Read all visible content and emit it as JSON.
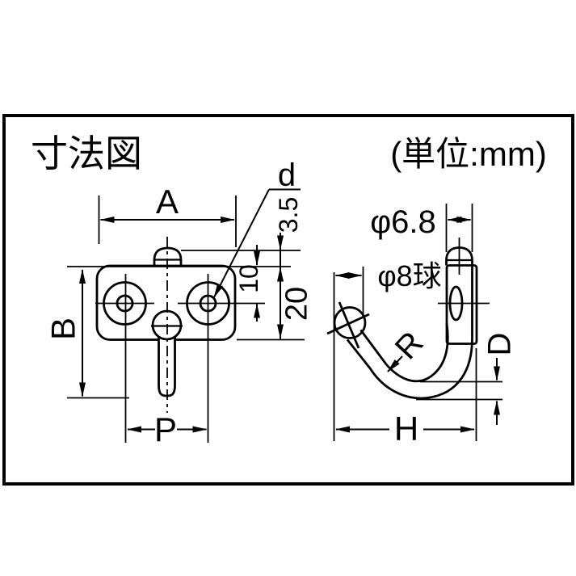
{
  "title": "寸法図",
  "unit_note": "(単位:mm)",
  "front_view_labels": {
    "width": "A",
    "height": "B",
    "pitch": "P",
    "hole_diameter": "d",
    "tab_height": "3.5",
    "hole_offset": "10",
    "plate_height": "20"
  },
  "side_view_labels": {
    "wire_diameter": "φ6.8",
    "ball_diameter": "φ8球",
    "bend_radius": "R",
    "wire_thickness": "D",
    "projection": "H"
  },
  "colors": {
    "line": "#000000",
    "background": "#ffffff"
  }
}
